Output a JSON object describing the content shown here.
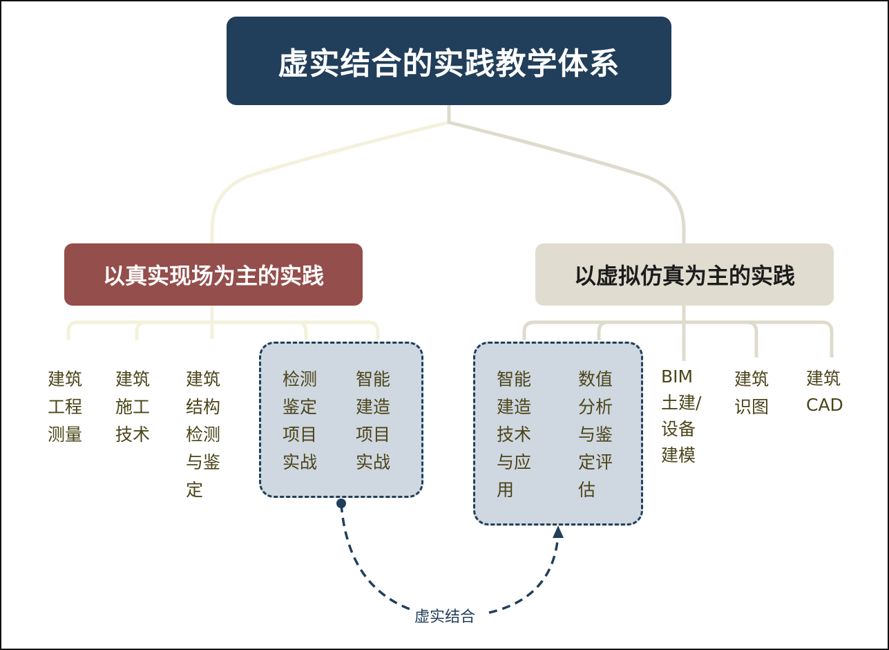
{
  "root": {
    "title": "虚实结合的实践教学体系"
  },
  "branches": {
    "left": {
      "label": "以真实现场为主的实践"
    },
    "right": {
      "label": "以虚拟仿真为主的实践"
    }
  },
  "leaves": {
    "l1": "建筑\n工程\n测量",
    "l2": "建筑\n施工\n技术",
    "l3": "建筑\n结构\n检测\n与鉴\n定",
    "l4": "检测\n鉴定\n项目\n实战",
    "l5": "智能\n建造\n项目\n实战",
    "r1": "智能\n建造\n技术\n与应\n用",
    "r2": "数值\n分析\n与鉴\n定评\n估",
    "r3": "BIM\n土建/\n设备\n建模",
    "r4": "建筑\n识图",
    "r5": "建筑\nCAD"
  },
  "relation": {
    "label": "虚实结合"
  },
  "colors": {
    "root": "#213e5a",
    "left_branch": "#944e4b",
    "right_branch": "#e0ddd0",
    "left_links": "#f4f1dc",
    "right_links": "#dedbcd",
    "group_fill": "#cfd7e0",
    "group_border": "#213e5a",
    "leaf_text": "#4b4418"
  }
}
